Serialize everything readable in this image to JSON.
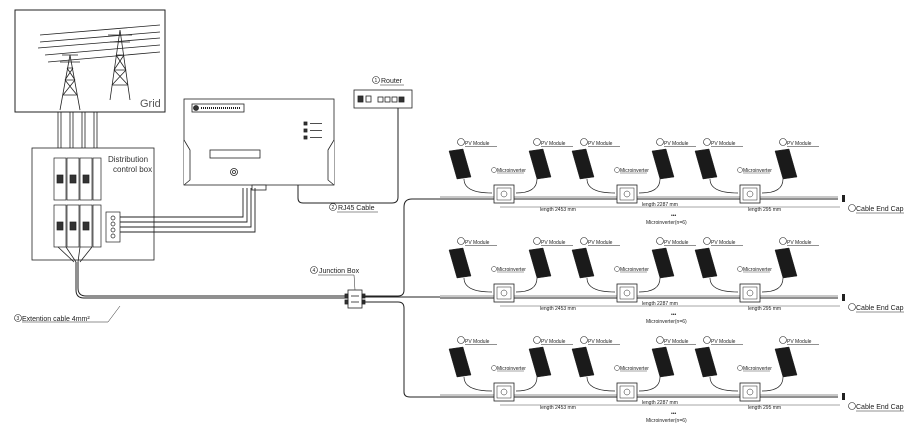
{
  "grid": {
    "label": "Grid"
  },
  "distribution": {
    "line1": "Distribution",
    "line2": "control box"
  },
  "router": {
    "num": "1",
    "label": "Router"
  },
  "rj45": {
    "num": "2",
    "label": "RJ45 Cable"
  },
  "junction": {
    "num": "4",
    "label": "Junction Box"
  },
  "extension": {
    "num": "3",
    "label": "Extention cable 4mm²"
  },
  "pv_label": "PV Module",
  "micro_label": "Microinverter",
  "end_cap_label": "Cable End Cap",
  "lengths": {
    "a": "length 2453 mm",
    "b": "length 2287 mm",
    "c": "length 295 mm"
  },
  "micro_count": "Microinverter(n=6)",
  "colors": {
    "line": "#222222",
    "panel": "#1a1a1a"
  }
}
